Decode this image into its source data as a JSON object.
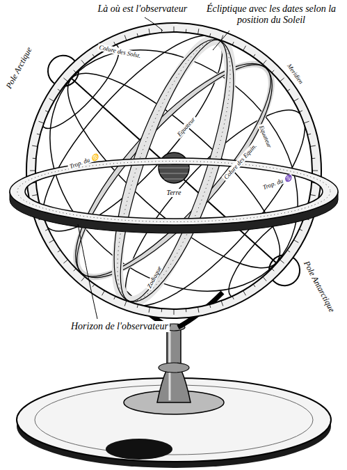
{
  "diagram": {
    "labels": [
      "Là où est l'observateur",
      "Écliptique avec les dates selon la position du Soleil",
      "Pole Arctique",
      "Horizon de l'observateur",
      "Pole Antarctique",
      "Terre",
      "Colure des Solst.",
      "Meridien",
      "Equateur",
      "Equateur",
      "Trop. du ♋",
      "Trop. du ♑",
      "Colure des Equin.",
      "Zodiaque"
    ]
  }
}
